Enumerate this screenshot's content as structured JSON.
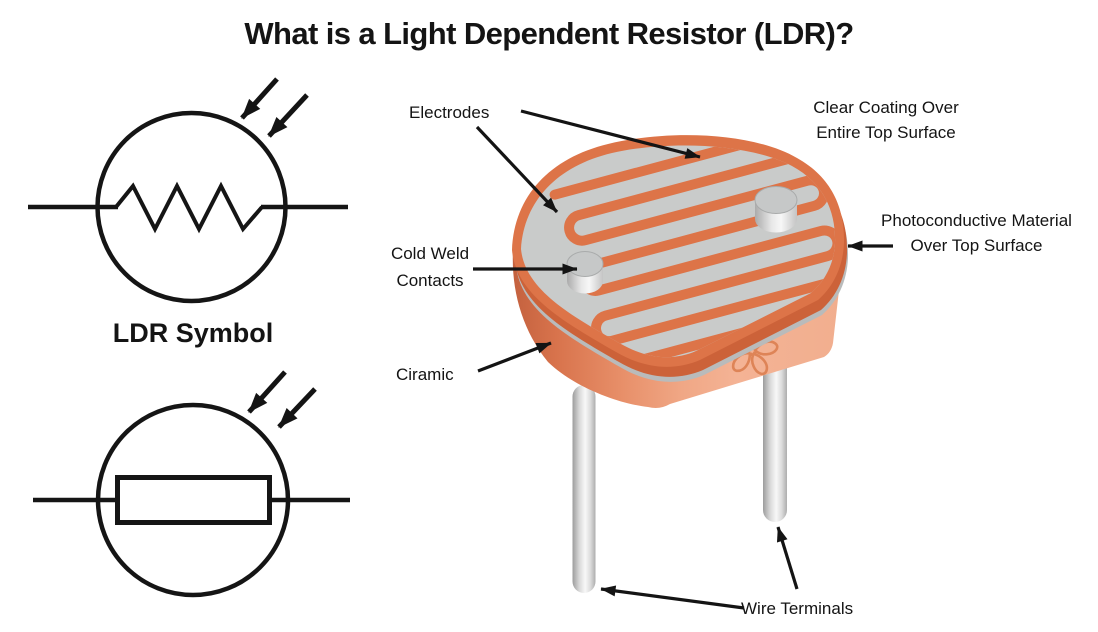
{
  "title": "What is a Light Dependent Resistor (LDR)?",
  "left_panel": {
    "caption": "LDR Symbol"
  },
  "diagram_labels": {
    "electrodes": "Electrodes",
    "clear_coating_line1": "Clear Coating Over",
    "clear_coating_line2": "Entire Top Surface",
    "cold_weld_line1": "Cold Weld",
    "cold_weld_line2": "Contacts",
    "photoconductive_line1": "Photoconductive Material",
    "photoconductive_line2": "Over Top Surface",
    "ceramic": "Ciramic",
    "wire_terminals": "Wire Terminals"
  },
  "colors": {
    "accent_orange": "#DD7448",
    "rim_dark_orange": "#CC6239",
    "surface_gray": "#C9CBCA",
    "edge_gray": "#B9BBBB",
    "body_dark": "#C05E3C",
    "body_light": "#F4B395",
    "logo_orange": "#DE8457",
    "line_black": "#141414"
  }
}
